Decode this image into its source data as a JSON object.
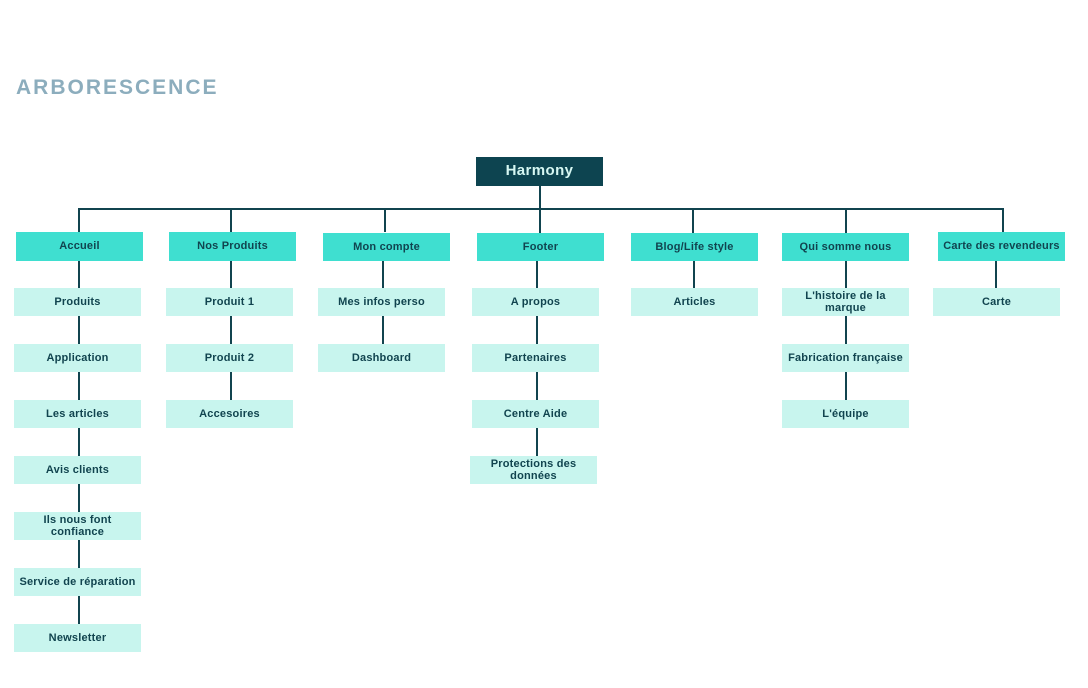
{
  "page": {
    "title": "ARBORESCENCE",
    "title_color": "#8cadbd",
    "background": "#ffffff"
  },
  "colors": {
    "root_bg": "#0d4450",
    "root_text": "#d6f7f2",
    "level1_bg": "#3fdfd0",
    "level1_text": "#11444f",
    "level2_bg": "#c8f5ee",
    "level2_text": "#11444f",
    "connector": "#11444f"
  },
  "tree": {
    "root": {
      "label": "Harmony"
    },
    "branches": [
      {
        "label": "Accueil",
        "children": [
          {
            "label": "Produits"
          },
          {
            "label": "Application"
          },
          {
            "label": "Les articles"
          },
          {
            "label": "Avis clients"
          },
          {
            "label": "Ils nous font confiance"
          },
          {
            "label": "Service de réparation"
          },
          {
            "label": "Newsletter"
          }
        ]
      },
      {
        "label": "Nos Produits",
        "children": [
          {
            "label": "Produit 1"
          },
          {
            "label": "Produit 2"
          },
          {
            "label": "Accesoires"
          }
        ]
      },
      {
        "label": "Mon compte",
        "children": [
          {
            "label": "Mes infos perso"
          },
          {
            "label": "Dashboard"
          }
        ]
      },
      {
        "label": "Footer",
        "children": [
          {
            "label": "A propos"
          },
          {
            "label": "Partenaires"
          },
          {
            "label": "Centre Aide"
          },
          {
            "label": "Protections des données"
          }
        ]
      },
      {
        "label": "Blog/Life style",
        "children": [
          {
            "label": "Articles"
          }
        ]
      },
      {
        "label": "Qui somme nous",
        "children": [
          {
            "label": "L'histoire de la marque"
          },
          {
            "label": "Fabrication française"
          },
          {
            "label": "L'équipe"
          }
        ]
      },
      {
        "label": "Carte des revendeurs",
        "children": [
          {
            "label": "Carte"
          }
        ]
      }
    ]
  }
}
